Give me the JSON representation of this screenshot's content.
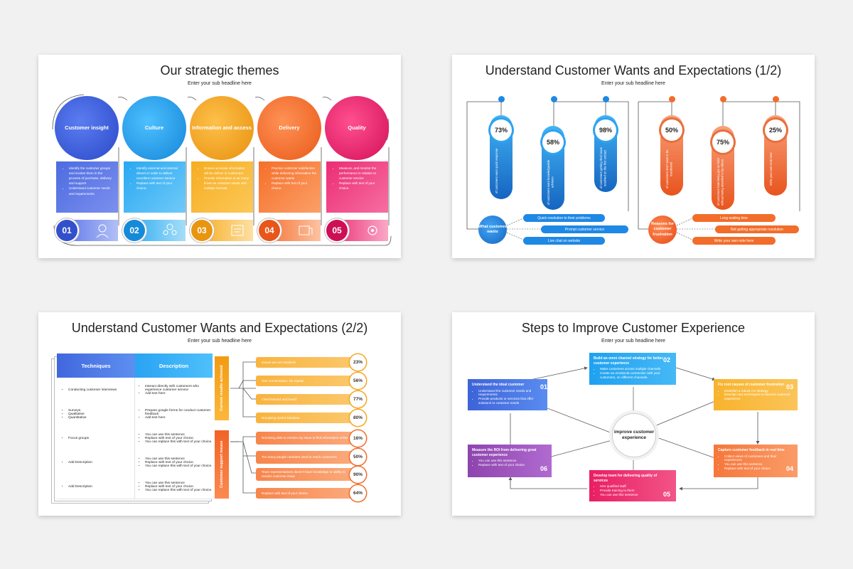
{
  "slide1": {
    "title": "Our strategic themes",
    "subtitle": "Enter your sub headline here",
    "themes": [
      {
        "name": "Customer insight",
        "num": "01",
        "bullets": [
          "Identify the customer groups and involve them in the process of purchase, delivery and support",
          "Understand customer needs and requirements"
        ],
        "color": "#3a5bd9"
      },
      {
        "name": "Culture",
        "num": "02",
        "bullets": [
          "Identify external and internal drivers in order to deliver excellent customer service",
          "Replace with text of your choice."
        ],
        "color": "#1ea1f0"
      },
      {
        "name": "Information and access",
        "num": "03",
        "bullets": [
          "Ensure accurate information will be deliver to customers",
          "Provide information in as many times as customer wants with multiple formats"
        ],
        "color": "#f2a51c"
      },
      {
        "name": "Delivery",
        "num": "04",
        "bullets": [
          "Practice customer satisfaction while delivering information the customer wants",
          "Replace with text of your choice."
        ],
        "color": "#f26d2a"
      },
      {
        "name": "Quality",
        "num": "05",
        "bullets": [
          "Measure, and monitor the performance in relation to customer service",
          "Replace with text of your choice."
        ],
        "color": "#ea1f6b"
      }
    ]
  },
  "slide2": {
    "title": "Understand Customer Wants and Expectations (1/2)",
    "subtitle": "Enter your sub headline here",
    "left": {
      "hub": "What customer wants",
      "bars": [
        {
          "pct": "73%",
          "text": "of customers want quick response"
        },
        {
          "pct": "58%",
          "text": "of customers want knowledgeable advisors"
        },
        {
          "pct": "98%",
          "text": "of customers getting their issue resolved on the first contact"
        }
      ],
      "items": [
        "Quick resolution to their problems",
        "Prompt customer service",
        "Live chat on website"
      ]
    },
    "right": {
      "hub": "Reasons for customer frustration",
      "bars": [
        {
          "pct": "50%",
          "text": "of customers don't want to be transferred"
        },
        {
          "pct": "75%",
          "text": "of customers hate being put on hold without being attended to by others"
        },
        {
          "pct": "25%",
          "text": "Write your own note here"
        }
      ],
      "items": [
        "Long waiting time",
        "Not getting appropriate resolution",
        "Write your own note here"
      ]
    }
  },
  "slide3": {
    "title": "Understand Customer Wants and Expectations (2/2)",
    "subtitle": "Enter your sub headline here",
    "headers": [
      "Techniques",
      "Description"
    ],
    "rows": [
      {
        "technique": [
          "Conducting customer interviews"
        ],
        "description": [
          "Interact directly with customers who experience customer service",
          "Add text here"
        ]
      },
      {
        "technique": [
          "Surveys",
          "Qualitative",
          "Quantitative"
        ],
        "description": [
          "Prepare google forms for conduct customer feedback",
          "Add text here"
        ]
      },
      {
        "technique": [
          "Focus groups"
        ],
        "description": [
          "You can use this sentence",
          "Replace with text of your choice.",
          "You can replace this with text of your choice."
        ]
      },
      {
        "technique": [
          "Add Description"
        ],
        "description": [
          "You can use this sentence",
          "Replace with text of your choice.",
          "You can replace this with text of your choice."
        ]
      },
      {
        "technique": [
          "Add Description"
        ],
        "description": [
          "You can use this sentence",
          "Replace with text of your choice.",
          "You can replace this with text of your choice."
        ]
      }
    ],
    "group1": {
      "label": "Current results achieved",
      "items": [
        {
          "text": "Issues are not resolved",
          "pct": "23%"
        },
        {
          "text": "One conversation, No repeat",
          "pct": "56%"
        },
        {
          "text": "I feel listened and heard",
          "pct": "77%"
        },
        {
          "text": "Not giving useful solutions",
          "pct": "80%"
        }
      ]
    },
    "group2": {
      "label": "Customer support issues",
      "items": [
        {
          "text": "Not being able to resolve my issue or find information online",
          "pct": "16%"
        },
        {
          "text": "Too many people numbers used to reach customers",
          "pct": "50%"
        },
        {
          "text": "Team representatives doesn't have knowledge or ability to resolve customer issue",
          "pct": "90%"
        },
        {
          "text": "Replace with text of your choice.",
          "pct": "64%"
        }
      ]
    }
  },
  "slide4": {
    "title": "Steps to Improve Customer Experience",
    "subtitle": "Enter your sub headline here",
    "center": "Improve customer experience",
    "steps": [
      {
        "num": "01",
        "title": "Understand the ideal customer",
        "bullets": [
          "Understand the customer needs and requirements",
          "Provide products or services that offer solutions to customer needs"
        ]
      },
      {
        "num": "02",
        "title": "Build an omni channel strategy for better customer experience",
        "bullets": [
          "Make customers across multiple channels",
          "Create an emotional connection with your customers, on different channels."
        ]
      },
      {
        "num": "03",
        "title": "Fix root causes of customer frustration",
        "bullets": [
          "Establish a robust CX strategy",
          "Develop new techniques to improve customer experience"
        ]
      },
      {
        "num": "04",
        "title": "Capture customer feedback in real time",
        "bullets": [
          "Collect views of customers and their experiences",
          "You can use this sentence",
          "Replace with text of your choice."
        ]
      },
      {
        "num": "05",
        "title": "Develop team for delivering quality of services",
        "bullets": [
          "Hire qualified staff",
          "Provide training to them",
          "You can use this sentence"
        ]
      },
      {
        "num": "06",
        "title": "Measure the ROI from delivering great customer experience",
        "bullets": [
          "You can use this sentence",
          "Replace with text of your choice."
        ]
      }
    ]
  },
  "colors": {
    "blue": "#1e88e5",
    "orange": "#f26d2a",
    "yellow": "#f7a823",
    "pink": "#e91e63",
    "purple": "#8e44ad"
  }
}
